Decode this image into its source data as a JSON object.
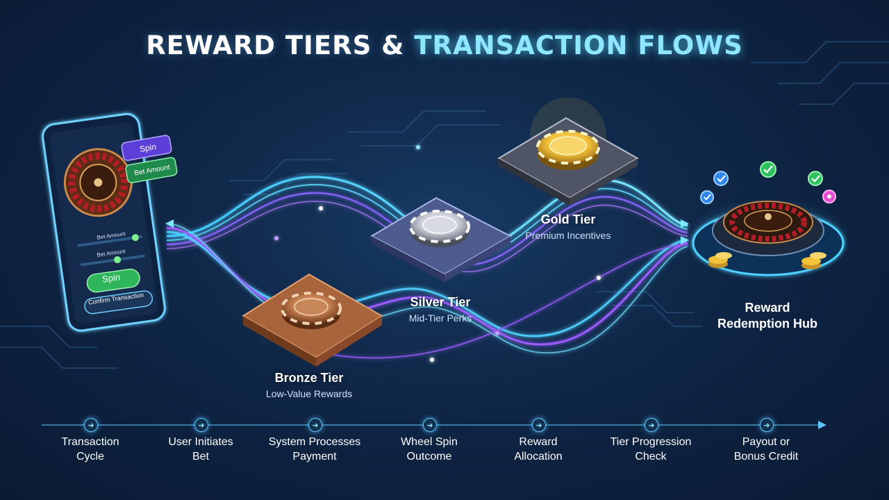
{
  "title": {
    "part1": "REWARD TIERS &",
    "part2": "TRANSACTION FLOWS"
  },
  "phone": {
    "spin_tag": "Spin",
    "bet_amount_tag": "Bet Amount",
    "slider1_label": "Bet Amount",
    "slider2_label": "Bet Amount",
    "spin_button": "Spin",
    "confirm_button": "Confirm Transaction"
  },
  "tiers": {
    "bronze": {
      "name": "Bronze Tier",
      "desc": "Low-Value Rewards"
    },
    "silver": {
      "name": "Silver Tier",
      "desc": "Mid-Tier Perks"
    },
    "gold": {
      "name": "Gold Tier",
      "desc": "Premium Incentives"
    }
  },
  "hub": {
    "line1": "Reward",
    "line2": "Redemption Hub"
  },
  "steps": [
    {
      "line1": "Transaction",
      "line2": "Cycle"
    },
    {
      "line1": "User Initiates",
      "line2": "Bet"
    },
    {
      "line1": "System Processes",
      "line2": "Payment"
    },
    {
      "line1": "Wheel Spin",
      "line2": "Outcome"
    },
    {
      "line1": "Reward",
      "line2": "Allocation"
    },
    {
      "line1": "Tier Progression",
      "line2": "Check"
    },
    {
      "line1": "Payout or",
      "line2": "Bonus Credit"
    }
  ],
  "colors": {
    "accent_cyan": "#5fd8ff",
    "accent_purple": "#9a5cff",
    "bronze": "#a8643a",
    "silver": "#c9ccd6",
    "gold": "#f2c23a",
    "background": "#0f2646"
  },
  "icons": [
    "smartphone-icon",
    "roulette-wheel-icon",
    "poker-chip-icon",
    "checkmark-icon",
    "coin-stack-icon",
    "arrow-right-icon"
  ]
}
